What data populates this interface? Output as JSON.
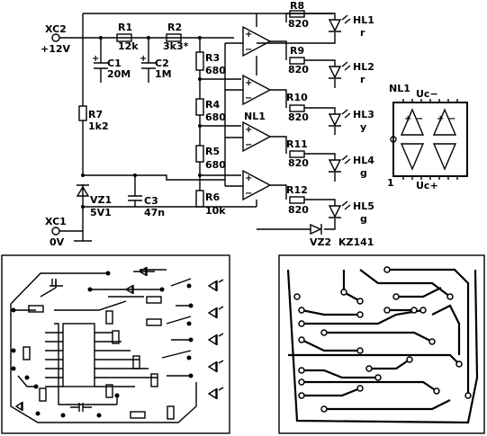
{
  "schematic": {
    "xc2_label": "XC2",
    "xc2_voltage": "+12V",
    "xc1_label": "XC1",
    "xc1_voltage": "0V",
    "r1": {
      "name": "R1",
      "value": "12k"
    },
    "r2": {
      "name": "R2",
      "value": "3k3*"
    },
    "c1": {
      "name": "C1",
      "value": "20M"
    },
    "c2": {
      "name": "C2",
      "value": "1M"
    },
    "r3": {
      "name": "R3",
      "value": "680"
    },
    "r4": {
      "name": "R4",
      "value": "680"
    },
    "r5": {
      "name": "R5",
      "value": "680"
    },
    "r6": {
      "name": "R6",
      "value": "10k"
    },
    "r7": {
      "name": "R7",
      "value": "1k2"
    },
    "vz1": {
      "name": "VZ1",
      "value": "5V1"
    },
    "c3": {
      "name": "C3",
      "value": "47n"
    },
    "nl1_label": "NL1",
    "r8": {
      "name": "R8",
      "value": "820"
    },
    "r9": {
      "name": "R9",
      "value": "820"
    },
    "r10": {
      "name": "R10",
      "value": "820"
    },
    "r11": {
      "name": "R11",
      "value": "820"
    },
    "r12": {
      "name": "R12",
      "value": "820"
    },
    "hl1": {
      "name": "HL1",
      "color": "r"
    },
    "hl2": {
      "name": "HL2",
      "color": "r"
    },
    "hl3": {
      "name": "HL3",
      "color": "y"
    },
    "hl4": {
      "name": "HL4",
      "color": "g"
    },
    "hl5": {
      "name": "HL5",
      "color": "g"
    },
    "vz2": {
      "name": "VZ2",
      "value": "KZ141"
    }
  },
  "pinout": {
    "title": "NL1",
    "uc_minus": "Uc−",
    "uc_plus": "Uc+",
    "pin1": "1"
  }
}
